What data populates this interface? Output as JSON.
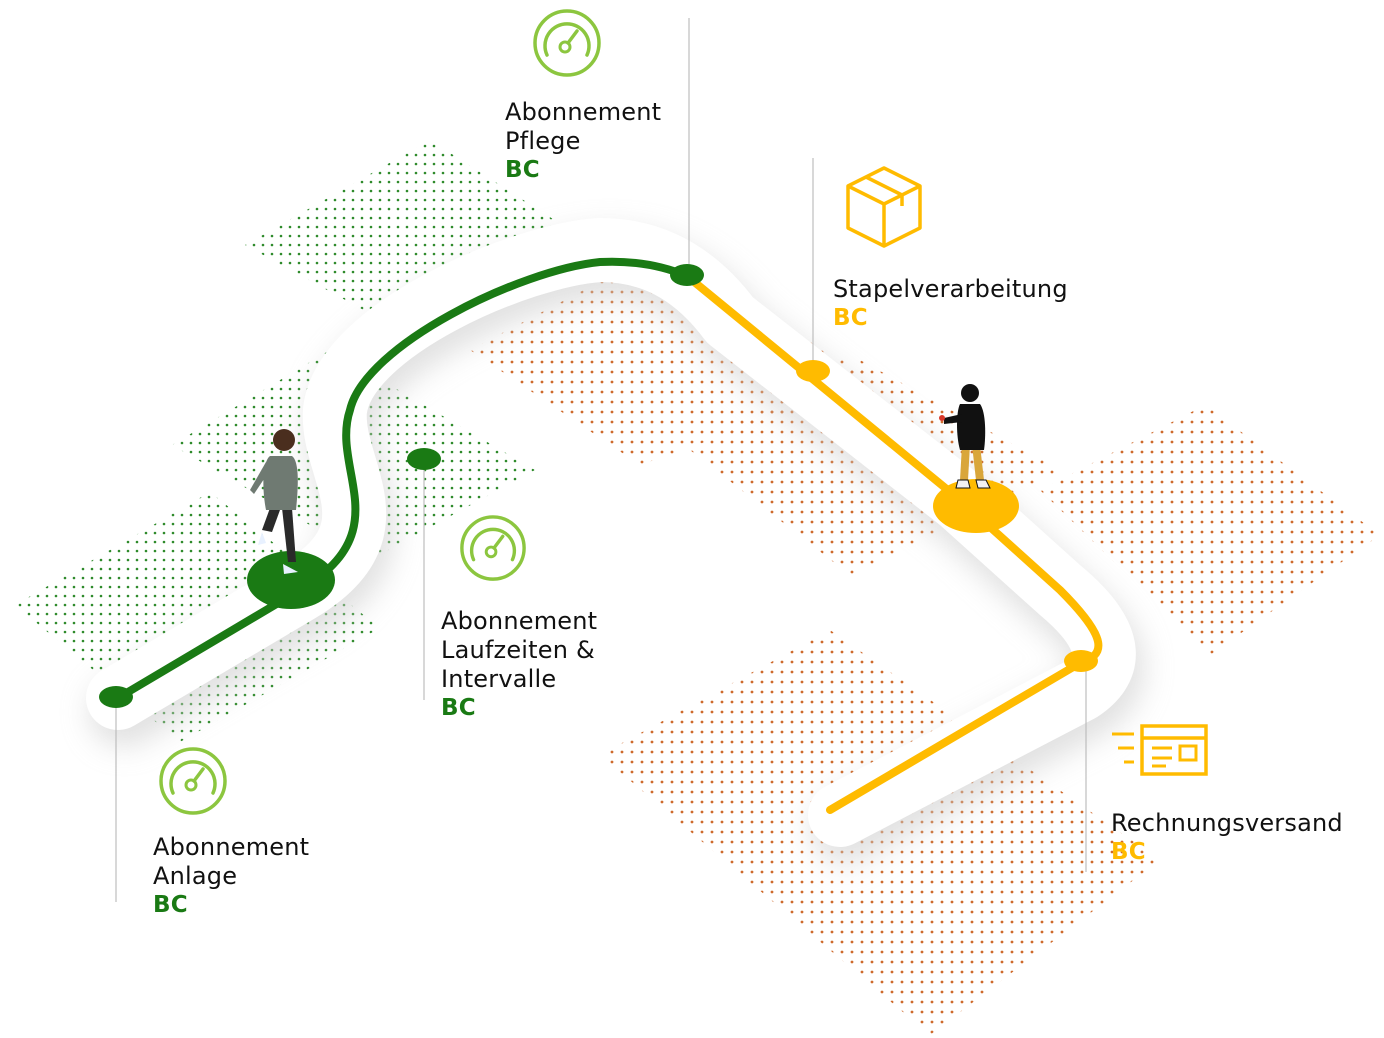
{
  "colors": {
    "green": "#1a7a14",
    "green_light": "#8cc63f",
    "yellow": "#ffbb00",
    "orange_dots": "#cf6a2a"
  },
  "milestones": [
    {
      "key": "anlage",
      "lines": [
        "Abonnement",
        "Anlage"
      ],
      "tag": "BC",
      "color": "green",
      "icon": "speedometer-icon"
    },
    {
      "key": "laufzeiten",
      "lines": [
        "Abonnement",
        "Laufzeiten &",
        "Intervalle"
      ],
      "tag": "BC",
      "color": "green",
      "icon": "speedometer-icon"
    },
    {
      "key": "pflege",
      "lines": [
        "Abonnement",
        "Pflege"
      ],
      "tag": "BC",
      "color": "green",
      "icon": "speedometer-icon"
    },
    {
      "key": "stapel",
      "lines": [
        "Stapelverarbeitung"
      ],
      "tag": "BC",
      "color": "yellow",
      "icon": "box-icon"
    },
    {
      "key": "rechnung",
      "lines": [
        "Rechnungsversand"
      ],
      "tag": "BC",
      "color": "yellow",
      "icon": "invoice-icon"
    }
  ]
}
